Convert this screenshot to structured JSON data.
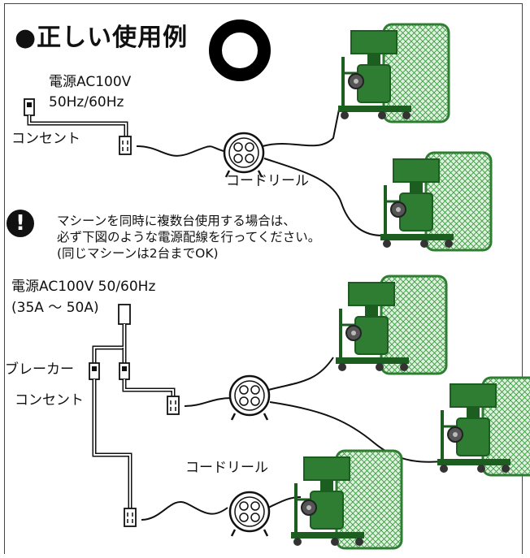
{
  "title": "●正しい使用例",
  "top_section": {
    "power_label_line1": "電源AC100V",
    "power_label_line2": "50Hz/60Hz",
    "outlet_label": "コンセント",
    "reel_label": "コードリール"
  },
  "warning": {
    "line1": "マシーンを同時に複数台使用する場合は、",
    "line2": "必ず下図のような電源配線を行ってください。",
    "line3": "(同じマシーンは2台までOK)"
  },
  "bottom_section": {
    "power_label_line1": "電源AC100V 50/60Hz",
    "power_label_line2": "(35A 〜 50A)",
    "breaker_label": "ブレーカー",
    "outlet_label": "コンセント",
    "reel_label": "コードリール"
  },
  "colors": {
    "machine_green": "#2e7d32",
    "machine_dark": "#1b5e20",
    "net": "#4caf50",
    "ink": "#111111"
  }
}
